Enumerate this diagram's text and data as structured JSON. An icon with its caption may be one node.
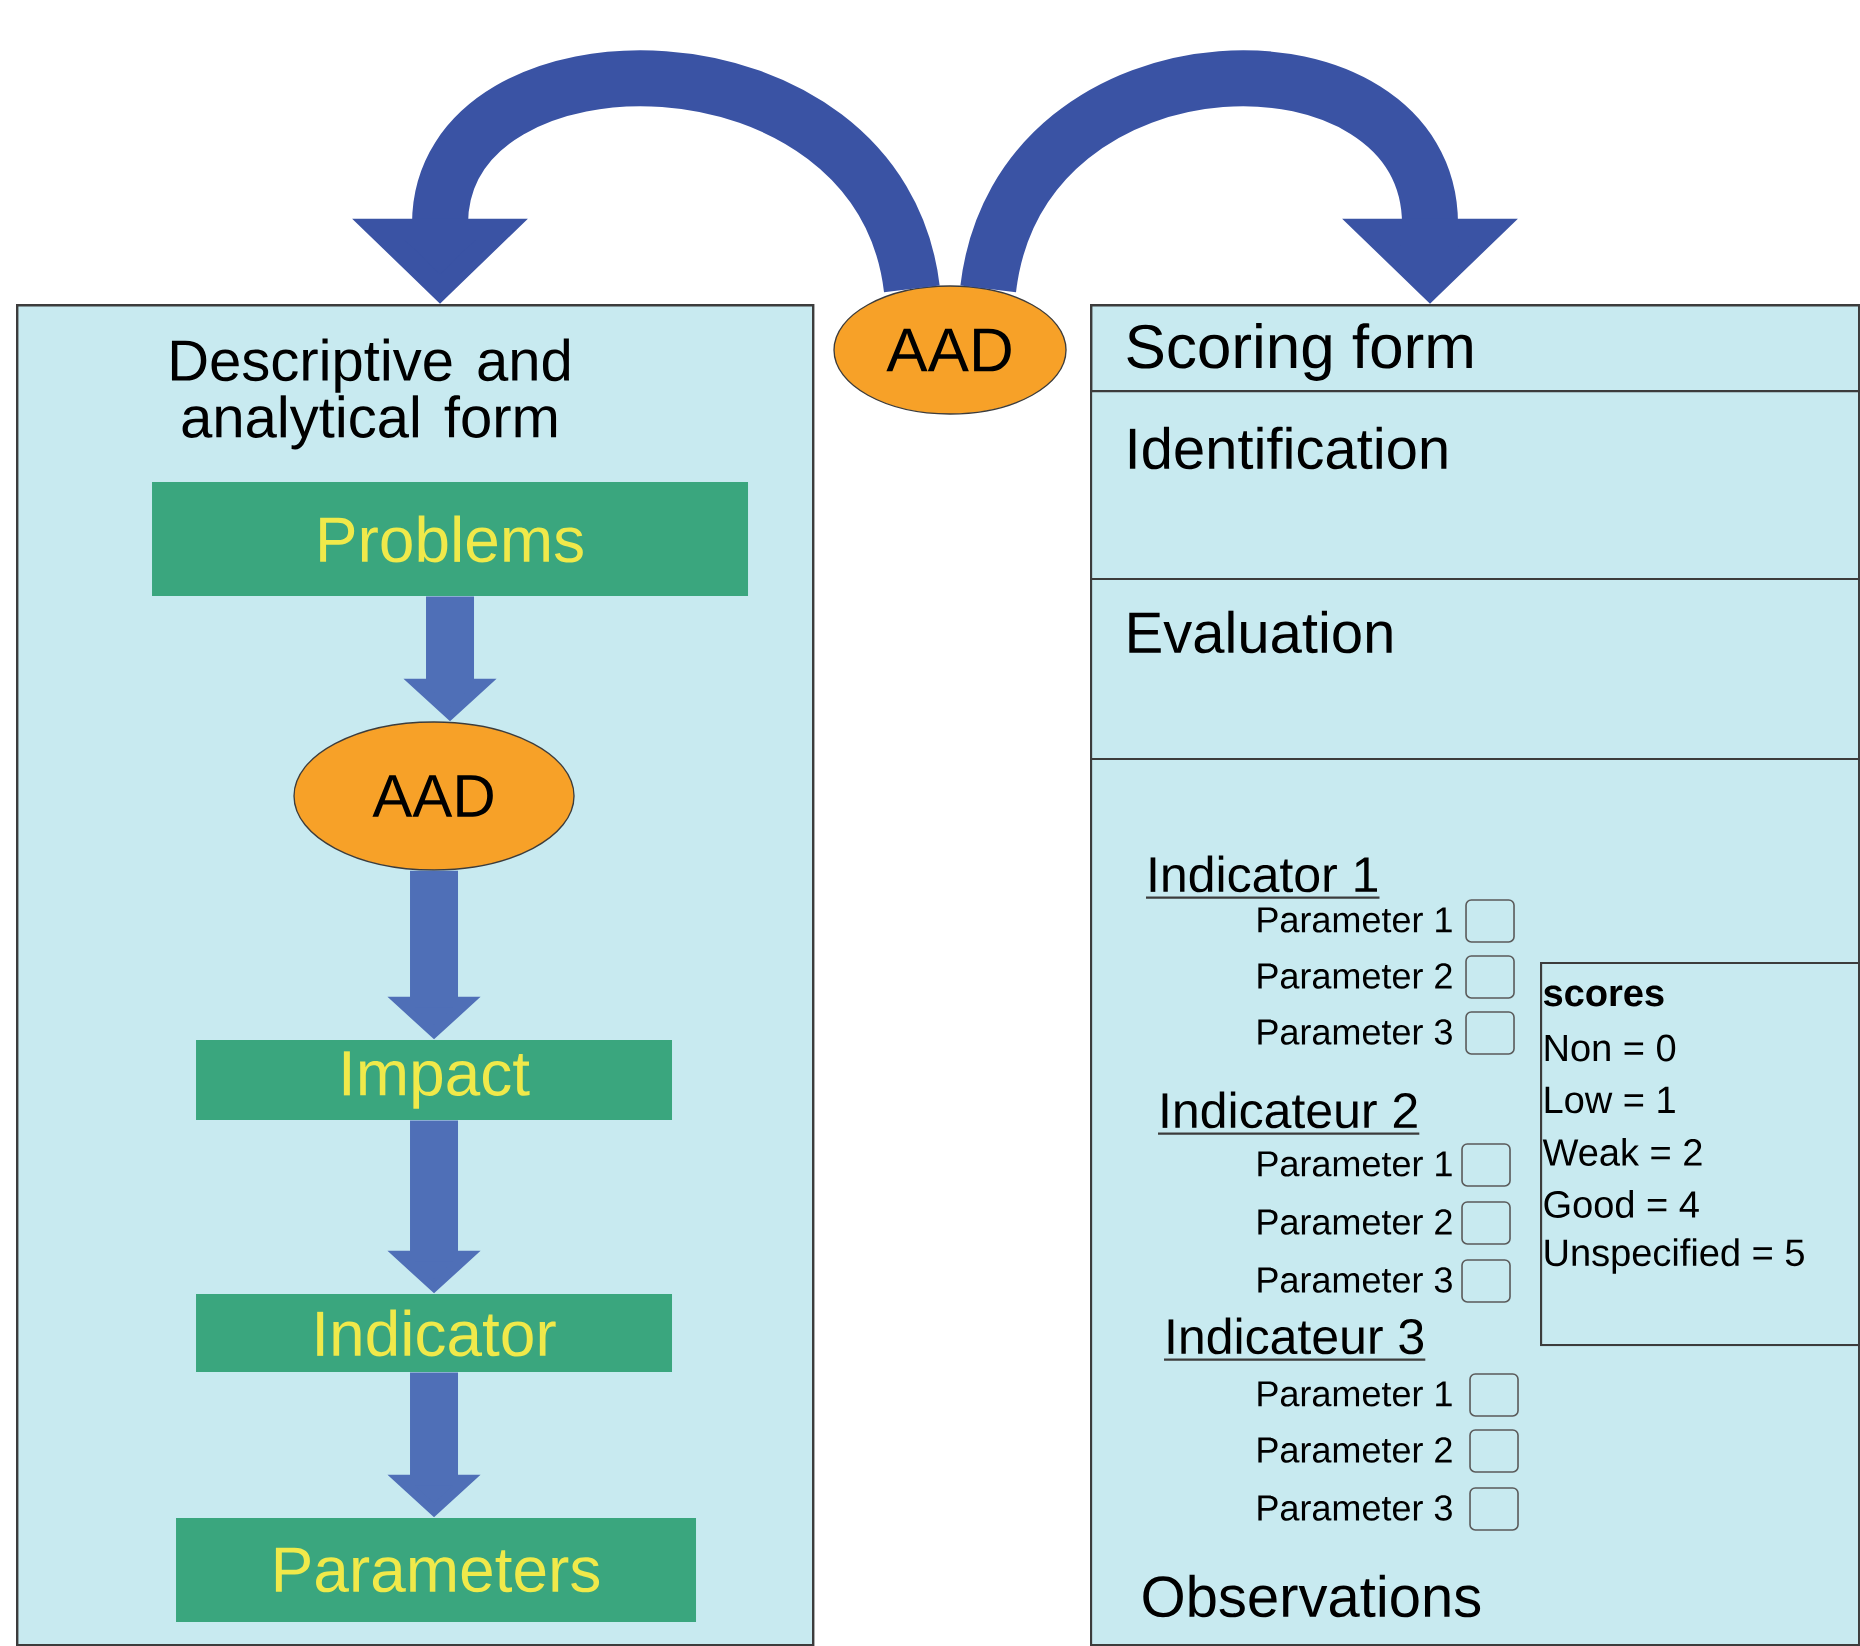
{
  "diagram": {
    "nodes": [
      {
        "text": [
          "Descriptive and analytical form"
        ]
      },
      {
        "text": [
          "Problems"
        ],
        "in": 0
      },
      {
        "text": [
          "AAD"
        ],
        "in": 0
      },
      {
        "text": [
          "Impact"
        ],
        "in": 0
      },
      {
        "text": [
          "Indicator"
        ],
        "in": 0
      },
      {
        "text": [
          "Parameters"
        ],
        "in": 0
      },
      {
        "text": [
          "AAD"
        ]
      },
      {
        "text": [
          "Scoring form"
        ]
      },
      {
        "text": [
          "Identification"
        ]
      },
      {
        "text": [
          "Evaluation"
        ]
      },
      {
        "text": [
          "Observations"
        ]
      },
      {
        "text": [
          "scores",
          "Non = 0",
          "Low = 1",
          "Weak = 2",
          "Good = 4",
          "Unspecified = 5"
        ],
        "in": 10
      }
    ],
    "edges": [
      {
        "from": 6,
        "to": 0,
        "arrow": "to",
        "color": "#3a53a4"
      },
      {
        "from": 6,
        "to": 7,
        "arrow": "to",
        "color": "#3a53a4"
      },
      {
        "from": 1,
        "to": 2,
        "arrow": "to"
      },
      {
        "from": 2,
        "to": 3,
        "arrow": "to"
      },
      {
        "from": 3,
        "to": 4,
        "arrow": "to"
      },
      {
        "from": 4,
        "to": 5,
        "arrow": "to"
      }
    ],
    "labels": [
      "Indicator 1",
      "Parameter 1",
      "Parameter 2",
      "Parameter 3",
      "Indicateur 2",
      "Parameter 1",
      "Parameter 2",
      "Parameter 3",
      "Indicateur 3",
      "Parameter 1",
      "Parameter 2",
      "Parameter 3"
    ]
  }
}
